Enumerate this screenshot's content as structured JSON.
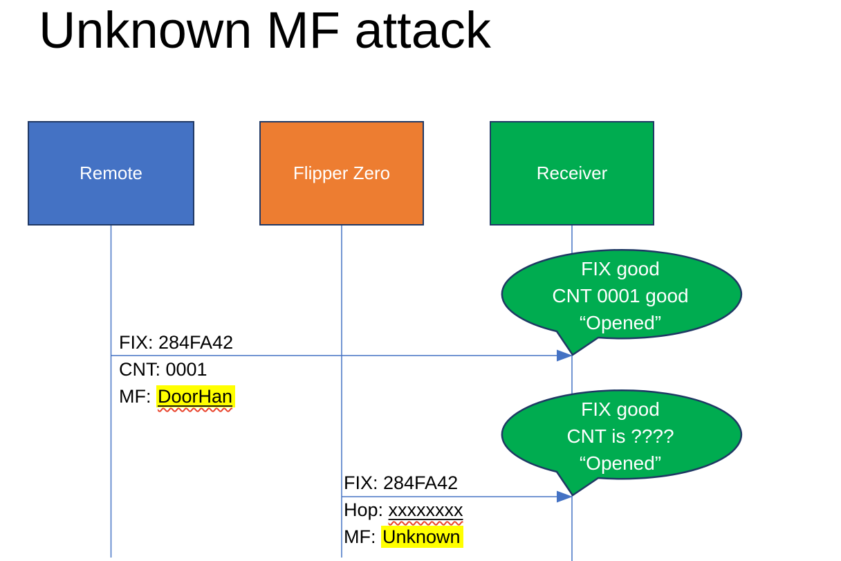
{
  "slide": {
    "title": "Unknown MF attack"
  },
  "actors": [
    {
      "label": "Remote",
      "fill": "#4472C4"
    },
    {
      "label": "Flipper Zero",
      "fill": "#ED7D31"
    },
    {
      "label": "Receiver",
      "fill": "#00AC50"
    }
  ],
  "messages": [
    {
      "from": "Remote",
      "to": "Receiver",
      "lines": {
        "fix": "FIX: 284FA42",
        "cnt": "CNT: 0001",
        "mf_prefix": "MF: ",
        "mf_value": "DoorHan"
      }
    },
    {
      "from": "Flipper Zero",
      "to": "Receiver",
      "lines": {
        "fix": "FIX: 284FA42",
        "hop_prefix": "Hop: ",
        "hop_value": "xxxxxxxx",
        "mf_prefix": "MF: ",
        "mf_value": "Unknown"
      }
    }
  ],
  "bubbles": [
    {
      "lines": [
        "FIX good",
        "CNT 0001 good",
        "“Opened”"
      ]
    },
    {
      "lines": [
        "FIX good",
        "CNT is ????",
        "“Opened”"
      ]
    }
  ],
  "colors": {
    "remote_fill": "#4472C4",
    "flipper_fill": "#ED7D31",
    "receiver_fill": "#00AC50",
    "bubble_fill": "#00AC50",
    "shape_border": "#1F3864",
    "line_blue": "#4472C4",
    "highlight_yellow": "#FFFF00",
    "squiggle_red": "#E8432B",
    "title_color": "#000000"
  }
}
